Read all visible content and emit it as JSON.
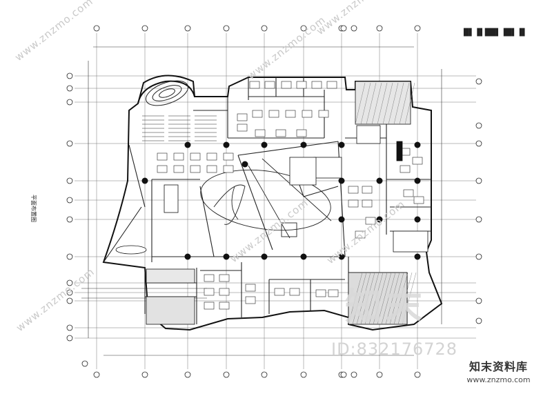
{
  "drawing": {
    "title_block": "█▌▐▌██▌▐█▌▐▌",
    "side_label": "平面布置图"
  },
  "watermarks": {
    "diagonal": "www.znzmo.com",
    "big": "知末",
    "id": "ID:832176728"
  },
  "brand": {
    "name": "知末资料库",
    "url": "www.znzmo.com"
  },
  "colors": {
    "line": "#222222",
    "watermark": "#c8c8c8"
  }
}
